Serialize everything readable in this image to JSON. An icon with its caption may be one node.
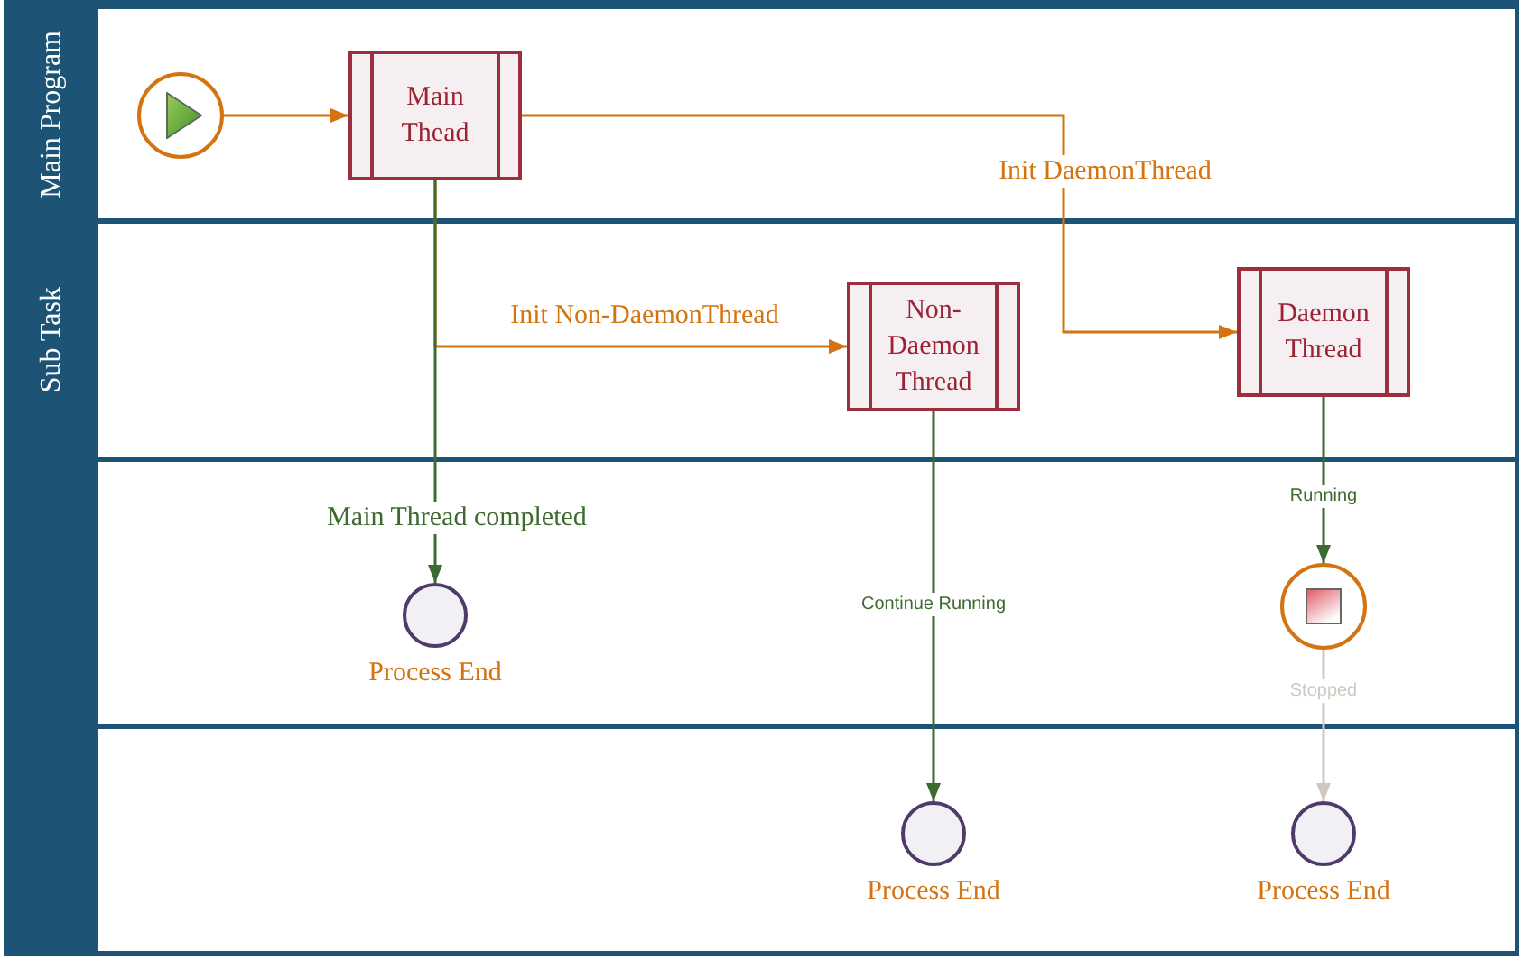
{
  "diagram": {
    "nodes": [
      {
        "text": [
          "Main Program"
        ]
      },
      {
        "text": [
          "Sub Task"
        ]
      },
      {
        "text": [],
        "shape": "band"
      },
      {
        "text": [],
        "shape": "band"
      },
      {
        "text": [],
        "shape": "circle",
        "in": 0
      },
      {
        "text": [
          "Main Thead"
        ],
        "in": 0
      },
      {
        "text": [
          "Non-Daemon Thread"
        ],
        "in": 1
      },
      {
        "text": [
          "Daemon Thread"
        ],
        "in": 1
      },
      {
        "text": [],
        "shape": "circle",
        "in": 2,
        "beside": [
          "Process End"
        ]
      },
      {
        "text": [],
        "shape": "circle",
        "in": 2
      },
      {
        "text": [],
        "shape": "circle",
        "in": 3,
        "beside": [
          "Process End"
        ]
      },
      {
        "text": [],
        "shape": "circle",
        "in": 3,
        "beside": [
          "Process End"
        ]
      }
    ],
    "edges": [
      {
        "from": 4,
        "to": 5,
        "arrow": "to",
        "color": "#d4730f"
      },
      {
        "from": 5,
        "to": 7,
        "arrow": "to",
        "label": "Init DaemonThread",
        "color": "#d4730f"
      },
      {
        "from": 5,
        "to": 6,
        "arrow": "to",
        "label": "Init Non-DaemonThread",
        "color": "#d4730f"
      },
      {
        "from": 5,
        "to": 8,
        "arrow": "to",
        "label": "Main Thread completed",
        "color": "#3d6b2f"
      },
      {
        "from": 6,
        "to": 10,
        "arrow": "to",
        "label": "Continue Running",
        "color": "#3d6b2f"
      },
      {
        "from": 7,
        "to": 9,
        "arrow": "to",
        "label": "Running",
        "color": "#3d6b2f"
      },
      {
        "from": 9,
        "to": 11,
        "arrow": "to",
        "label": "Stopped",
        "color": "#cfc8c2"
      }
    ]
  }
}
